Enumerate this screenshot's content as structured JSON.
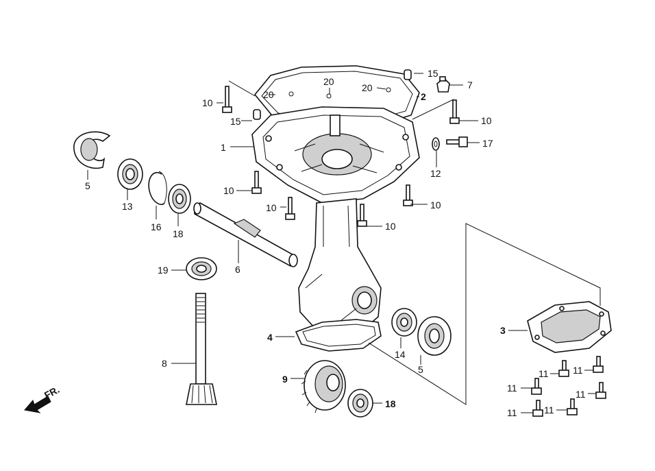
{
  "labels": {
    "p1": "1",
    "p2": "2",
    "p3": "3",
    "p4": "4",
    "p5a": "5",
    "p5b": "5",
    "p6": "6",
    "p7": "7",
    "p8": "8",
    "p9": "9",
    "p10a": "10",
    "p10b": "10",
    "p10c": "10",
    "p10d": "10",
    "p10e": "10",
    "p10f": "10",
    "p11a": "11",
    "p11b": "11",
    "p11c": "11",
    "p11d": "11",
    "p11e": "11",
    "p12": "12",
    "p13": "13",
    "p14": "14",
    "p15a": "15",
    "p15b": "15",
    "p16": "16",
    "p17": "17",
    "p18a": "18",
    "p18b": "18",
    "p19": "19",
    "p20a": "20",
    "p20b": "20",
    "p20c": "20"
  },
  "direction": {
    "text": "FR.",
    "icon": "front-direction-arrow-icon"
  }
}
